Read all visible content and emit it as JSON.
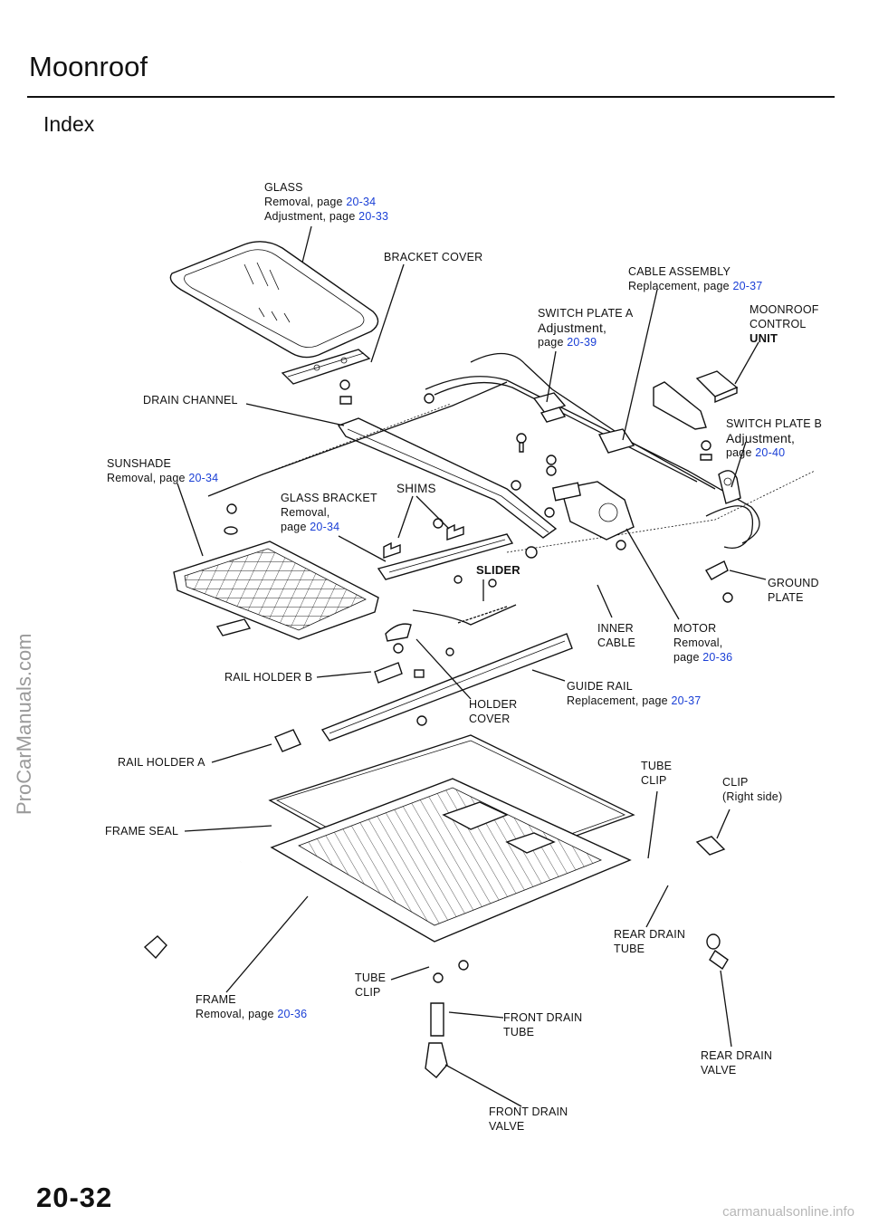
{
  "header": {
    "title": "Moonroof",
    "subtitle": "Index"
  },
  "labels": {
    "glass": {
      "name": "GLASS",
      "l1": "Removal,  page ",
      "r1": "20-34",
      "l2": "Adjustment,  page ",
      "r2": "20-33"
    },
    "bracket_cover": {
      "name": "BRACKET COVER"
    },
    "cable_assembly": {
      "name": "CABLE ASSEMBLY",
      "l1": "Replacement,  page ",
      "r1": "20-37"
    },
    "moonroof_control_unit": {
      "l1": "MOONROOF",
      "l2": "CONTROL",
      "l3": "UNIT"
    },
    "switch_plate_a": {
      "name": "SWITCH  PLATE  A",
      "l1": "Adjustment,",
      "l2": "page ",
      "r2": "20-39"
    },
    "drain_channel": {
      "name": "DRAIN  CHANNEL"
    },
    "switch_plate_b": {
      "name": "SWITCH PLATE B",
      "l1": "Adjustment,",
      "l2": "page ",
      "r2": "20-40"
    },
    "sunshade": {
      "name": "SUNSHADE",
      "l1": "Removal,  page ",
      "r1": "20-34"
    },
    "shims": {
      "name": "SHIMS"
    },
    "glass_bracket": {
      "name": "GLASS BRACKET",
      "l1": "Removal,",
      "l2": "page ",
      "r2": "20-34"
    },
    "slider": {
      "name": "SLIDER"
    },
    "ground_plate": {
      "l1": "GROUND",
      "l2": "PLATE"
    },
    "inner_cable": {
      "l1": "INNER",
      "l2": "CABLE"
    },
    "motor": {
      "name": "MOTOR",
      "l1": "Removal,",
      "l2": "page ",
      "r2": "20-36"
    },
    "rail_holder_b": {
      "name": "RAIL HOLDER B"
    },
    "guide_rail": {
      "name": "GUIDE RAIL",
      "l1": "Replacement,  page ",
      "r1": "20-37"
    },
    "holder_cover": {
      "l1": "HOLDER",
      "l2": "COVER"
    },
    "rail_holder_a": {
      "name": "RAIL HOLDER A"
    },
    "tube_clip_upper": {
      "l1": "TUBE",
      "l2": "CLIP"
    },
    "clip_right": {
      "l1": "CLIP",
      "l2": "(Right side)"
    },
    "frame_seal": {
      "name": "FRAME SEAL"
    },
    "rear_drain_tube": {
      "l1": "REAR DRAIN",
      "l2": "TUBE"
    },
    "tube_clip_lower": {
      "l1": "TUBE",
      "l2": "CLIP"
    },
    "frame": {
      "name": "FRAME",
      "l1": "Removal,  page ",
      "r1": "20-36"
    },
    "front_drain_tube": {
      "l1": "FRONT DRAIN",
      "l2": "TUBE"
    },
    "rear_drain_valve": {
      "l1": "REAR DRAIN",
      "l2": "VALVE"
    },
    "front_drain_valve": {
      "l1": "FRONT  DRAIN",
      "l2": "VALVE"
    }
  },
  "footer": {
    "page_number": "20-32",
    "watermark_side": "ProCarManuals.com",
    "watermark_bottom": "carmanualsonline.info"
  },
  "colors": {
    "reference_link": "#1a3fd6",
    "ink": "#111111",
    "watermark": "#9a9a9a"
  }
}
